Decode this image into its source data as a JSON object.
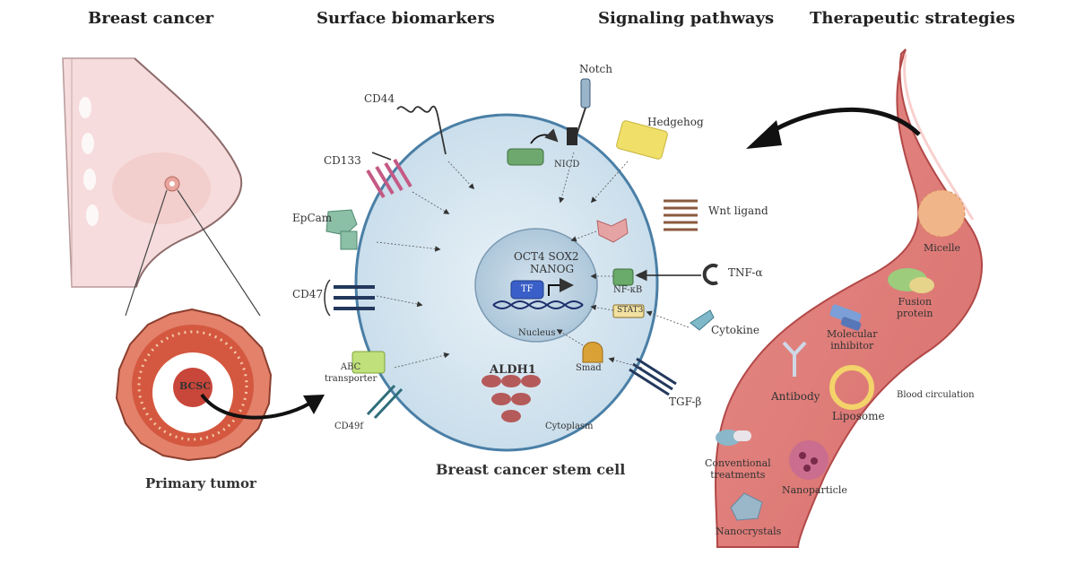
{
  "headers": {
    "breast_cancer": "Breast cancer",
    "surface_biomarkers": "Surface biomarkers",
    "signaling_pathways": "Signaling pathways",
    "therapeutic_strategies": "Therapeutic strategies"
  },
  "tumor": {
    "bcsc": "BCSC",
    "caption": "Primary tumor"
  },
  "cell": {
    "caption": "Breast cancer stem cell",
    "nucleus_line1": "OCT4 SOX2",
    "nucleus_line2": "NANOG",
    "tf": "TF",
    "nucleus_label": "Nucleus",
    "aldh1": "ALDH1",
    "cytoplasm": "Cytoplasm",
    "nicd": "NICD",
    "nfkb": "NF-κB",
    "stat3": "STAT3",
    "smad": "Smad"
  },
  "markers": {
    "cd44": "CD44",
    "cd133": "CD133",
    "epcam": "EpCam",
    "cd47": "CD47",
    "abc_line1": "ABC",
    "abc_line2": "transporter",
    "cd49f": "CD49f"
  },
  "pathways": {
    "notch": "Notch",
    "hedgehog": "Hedgehog",
    "wnt": "Wnt ligand",
    "tnf": "TNF-α",
    "cytokine": "Cytokine",
    "tgf": "TGF-β"
  },
  "therapy": {
    "micelle": "Micelle",
    "fusion_line1": "Fusion",
    "fusion_line2": "protein",
    "molecular_line1": "Molecular",
    "molecular_line2": "inhibitor",
    "antibody": "Antibody",
    "liposome": "Liposome",
    "blood": "Blood circulation",
    "conv_line1": "Conventional",
    "conv_line2": "treatments",
    "nanoparticle": "Nanoparticle",
    "nanocrystals": "Nanocrystals"
  },
  "colors": {
    "cell_fill": "#d7e6ef",
    "cell_border": "#4a7fa6",
    "vessel": "#e08080",
    "tumor": "#d9573f"
  }
}
